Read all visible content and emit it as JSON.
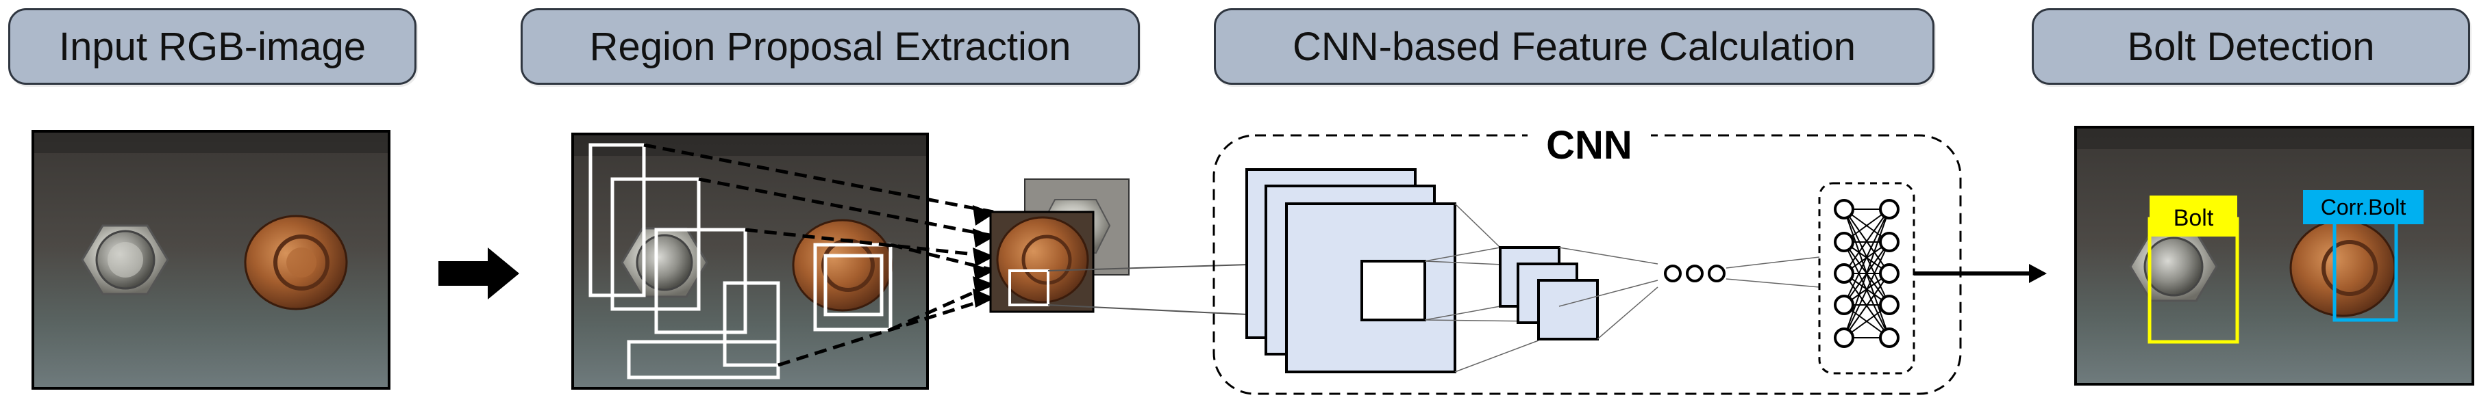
{
  "stages": {
    "input": "Input RGB-image",
    "proposal": "Region Proposal Extraction",
    "cnn_feature": "CNN-based Feature Calculation",
    "detection": "Bolt Detection"
  },
  "cnn_label": "CNN",
  "detections": {
    "bolt": "Bolt",
    "corroded_bolt": "Corr.Bolt"
  },
  "colors": {
    "stage_fill": "#adb9ca",
    "stage_border": "#2f3640",
    "feature_map_fill": "#dae3f3",
    "bolt_box": "#ffff00",
    "corr_bolt_box": "#00b0f0"
  }
}
